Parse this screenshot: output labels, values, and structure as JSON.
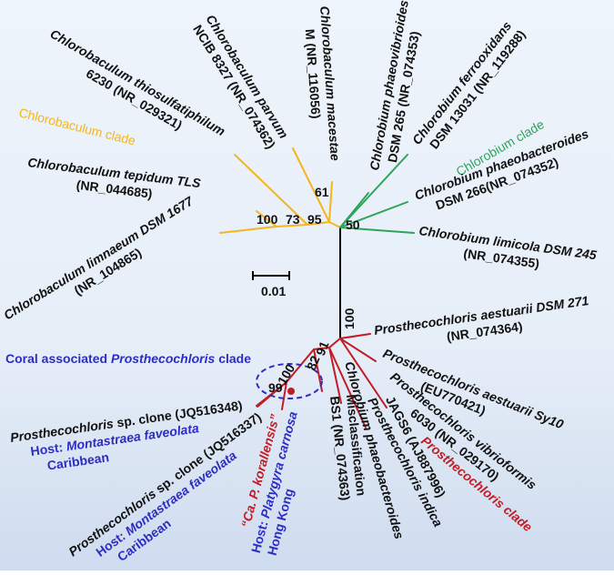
{
  "colors": {
    "chlorobaculum": "#f5b51c",
    "chlorobium": "#2fa35a",
    "prosthecochloris": "#c21c24",
    "coral": "#2d2dc4",
    "trunk": "#000000",
    "text": "#111111"
  },
  "scale_bar": "0.01",
  "clades": {
    "chlorobaculum": "Chlorobaculum clade",
    "chlorobium": "Chlorobium clade",
    "prosthecochloris": "Prosthecochloris clade",
    "coral_prefix": "Coral associated ",
    "coral_genus": "Prosthecochloris",
    "coral_suffix": " clade"
  },
  "bootstrap": {
    "b100_chloro": "100",
    "b73": "73",
    "b95": "95",
    "b61": "61",
    "b50": "50",
    "b100_trunk": "100",
    "b91": "91",
    "b82": "82",
    "b100_coral": "100",
    "b99": "99"
  },
  "taxa": {
    "thiosulf_name": "Chlorobaculum thiosulfatiphilum",
    "thiosulf_acc": "6230 (NR_029321)",
    "parvum_name": "Chlorobaculum parvum",
    "parvum_acc": "NCIB 8327 (NR_074362)",
    "macestae_name": "Chlorobaculum macestae",
    "macestae_acc": "M (NR_116056)",
    "phaeovib_name": "Chlorobium phaeovibrioides",
    "phaeovib_acc": "DSM 265 (NR_074353)",
    "ferro_name": "Chlorobium ferrooxidans",
    "ferro_acc": "DSM 13031 (NR_119288)",
    "phaeobact_name": "Chlorobium phaeobacteroides",
    "phaeobact_acc": "DSM 266(NR_074352)",
    "tepidum_name": "Chlorobaculum tepidum TLS",
    "tepidum_acc": "(NR_044685)",
    "limicola_name": "Chlorobium limicola DSM 245",
    "limicola_acc": "(NR_074355)",
    "limnaeum_name": "Chlorobaculum limnaeum DSM 1677",
    "limnaeum_acc": "(NR_104865)",
    "aest271_name": "Prosthecochloris aestuarii DSM 271",
    "aest271_acc": "(NR_074364)",
    "aestSy10_name": "Prosthecochloris aestuarii Sy10",
    "aestSy10_acc": "(EU770421)",
    "vibrio_name": "Prosthecochloris vibrioformis",
    "vibrio_acc": "6030 (NR_029170)",
    "clone1_genus": "Prosthecochloris",
    "clone1_rest": " sp. clone (JQ516348)",
    "clone1_host_prefix": "Host: ",
    "clone1_host_sp": "Montastraea faveolata",
    "clone1_place": "Caribbean",
    "clone2_genus": "Prosthecochloris",
    "clone2_rest": " sp. clone (JQ516337)",
    "clone2_host_prefix": "Host: ",
    "clone2_host_sp": "Montastraea faveolata",
    "clone2_place": "Caribbean",
    "korall_name": "“Ca. P. korallensis”",
    "korall_host_prefix": "Host: ",
    "korall_host_sp": "Platygyra carnosa",
    "korall_place": "Hong Kong",
    "bs1_name": "BS1 (NR_074363)",
    "bs1_note": "Misclassification",
    "cpb_name": "Chlorobium phaeobacteroides",
    "indica_name": "Prosthecochloris indica",
    "indica_acc": "JAGS6 (AJ887996)"
  }
}
